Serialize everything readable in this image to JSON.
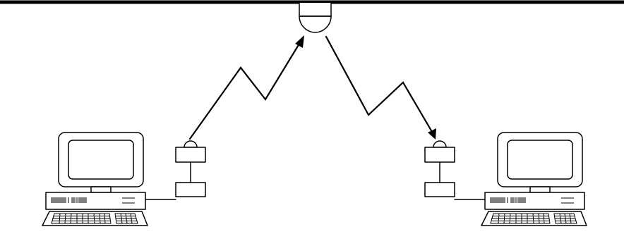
{
  "diagram": {
    "type": "wireless-infrared-link",
    "elements": [
      "ceiling-line",
      "ceiling-transceiver",
      "left-computer",
      "left-transceiver",
      "left-adapter-box",
      "right-computer",
      "right-transceiver",
      "right-adapter-box"
    ],
    "links": [
      {
        "from": "left-transceiver",
        "to": "ceiling-transceiver",
        "style": "zigzag-arrow"
      },
      {
        "from": "ceiling-transceiver",
        "to": "right-transceiver",
        "style": "zigzag-arrow"
      }
    ],
    "colors": {
      "ink": "#000000",
      "background": "#ffffff"
    }
  }
}
